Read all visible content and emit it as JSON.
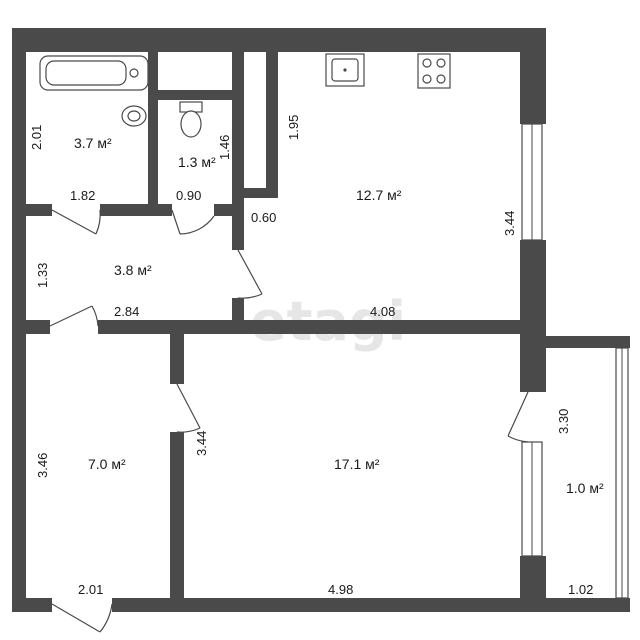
{
  "watermark": "etagi",
  "rooms": [
    {
      "name": "bathroom",
      "area": "3.7 м²"
    },
    {
      "name": "toilet",
      "area": "1.3 м²"
    },
    {
      "name": "kitchen",
      "area": "12.7 м²"
    },
    {
      "name": "hallway",
      "area": "3.8 м²"
    },
    {
      "name": "bedroom",
      "area": "7.0 м²"
    },
    {
      "name": "living-room",
      "area": "17.1 м²"
    },
    {
      "name": "balcony",
      "area": "1.0 м²"
    }
  ],
  "dimensions": {
    "bath_height": "2.01",
    "bath_width": "1.82",
    "toilet_height": "1.46",
    "toilet_width": "0.90",
    "duct_width": "0.60",
    "kitchen_left": "1.95",
    "kitchen_right": "3.44",
    "kitchen_bottom": "4.08",
    "hall_height": "1.33",
    "hall_width": "2.84",
    "bedroom_height": "3.46",
    "bedroom_width": "2.01",
    "living_height": "3.44",
    "living_width": "4.98",
    "balcony_height": "3.30",
    "balcony_width": "1.02"
  },
  "colors": {
    "wall": "#4a4a4a",
    "background": "#ffffff",
    "watermark": "#e6e6e6"
  }
}
